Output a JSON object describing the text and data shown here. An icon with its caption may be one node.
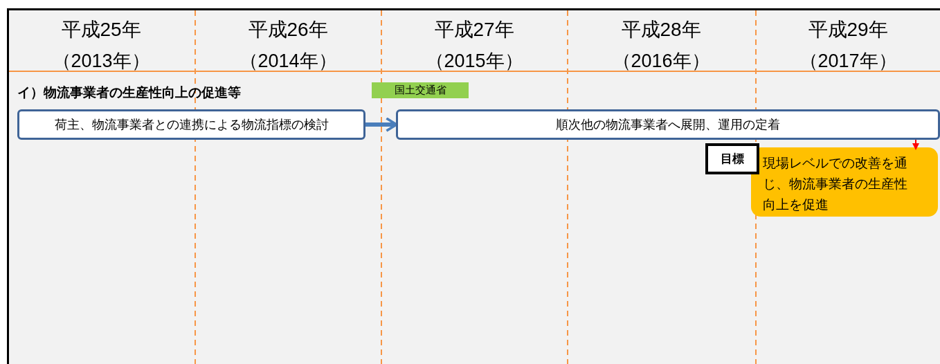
{
  "diagram": {
    "nodes": [
      {
        "text": [
          "国土交通省"
        ]
      },
      {
        "text": [
          "荷主、物流事業者との連携による物流指標の検討"
        ]
      },
      {
        "text": [
          "順次他の物流事業者へ展開、運用の定着"
        ]
      },
      {
        "text": [
          "目標"
        ]
      },
      {
        "text": [
          "現場レベルでの改善を通じ、物流事業者の生産性向上を促進"
        ]
      }
    ],
    "edges": [
      {
        "from": 1,
        "to": 2,
        "arrow": "to",
        "style": "thick"
      },
      {
        "from": 2,
        "to": 4,
        "arrow": "to",
        "color": "#ff0000"
      }
    ],
    "labels": [
      "平成25年",
      "平成26年",
      "平成27年",
      "平成28年",
      "平成29年",
      "（2013年）",
      "（2014年）",
      "（2015年）",
      "（2016年）",
      "（2017年）",
      "イ）物流事業者の生産性向上の促進等"
    ]
  }
}
